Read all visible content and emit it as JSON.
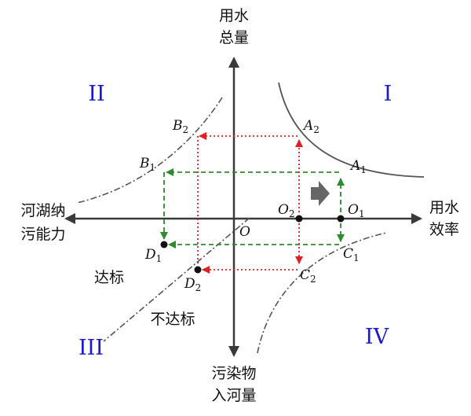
{
  "axes": {
    "y_top": [
      "用水",
      "总量"
    ],
    "y_bottom": [
      "污染物",
      "入河量"
    ],
    "x_right": [
      "用水",
      "效率"
    ],
    "x_left": [
      "河湖纳",
      "污能力"
    ],
    "origin": "O"
  },
  "quadrants": [
    {
      "id": "I",
      "label": "I"
    },
    {
      "id": "II",
      "label": "II"
    },
    {
      "id": "III",
      "label": "III"
    },
    {
      "id": "IV",
      "label": "IV"
    }
  ],
  "regions": {
    "compliant": "达标",
    "noncompliant": "不达标"
  },
  "points": {
    "A1": {
      "base": "A",
      "sub": "1"
    },
    "A2": {
      "base": "A",
      "sub": "2"
    },
    "B1": {
      "base": "B",
      "sub": "1"
    },
    "B2": {
      "base": "B",
      "sub": "2"
    },
    "C1": {
      "base": "C",
      "sub": "1"
    },
    "C2": {
      "base": "C",
      "sub": "2"
    },
    "D1": {
      "base": "D",
      "sub": "1"
    },
    "D2": {
      "base": "D",
      "sub": "2"
    },
    "O1": {
      "base": "O",
      "sub": "1"
    },
    "O2": {
      "base": "O",
      "sub": "2"
    }
  },
  "colors": {
    "quadrant_label": "#1a1acc",
    "path_1": "#2e8b2e",
    "path_2": "#e02020",
    "axis": "#3a3a3a",
    "shift_arrow": "#666666"
  }
}
